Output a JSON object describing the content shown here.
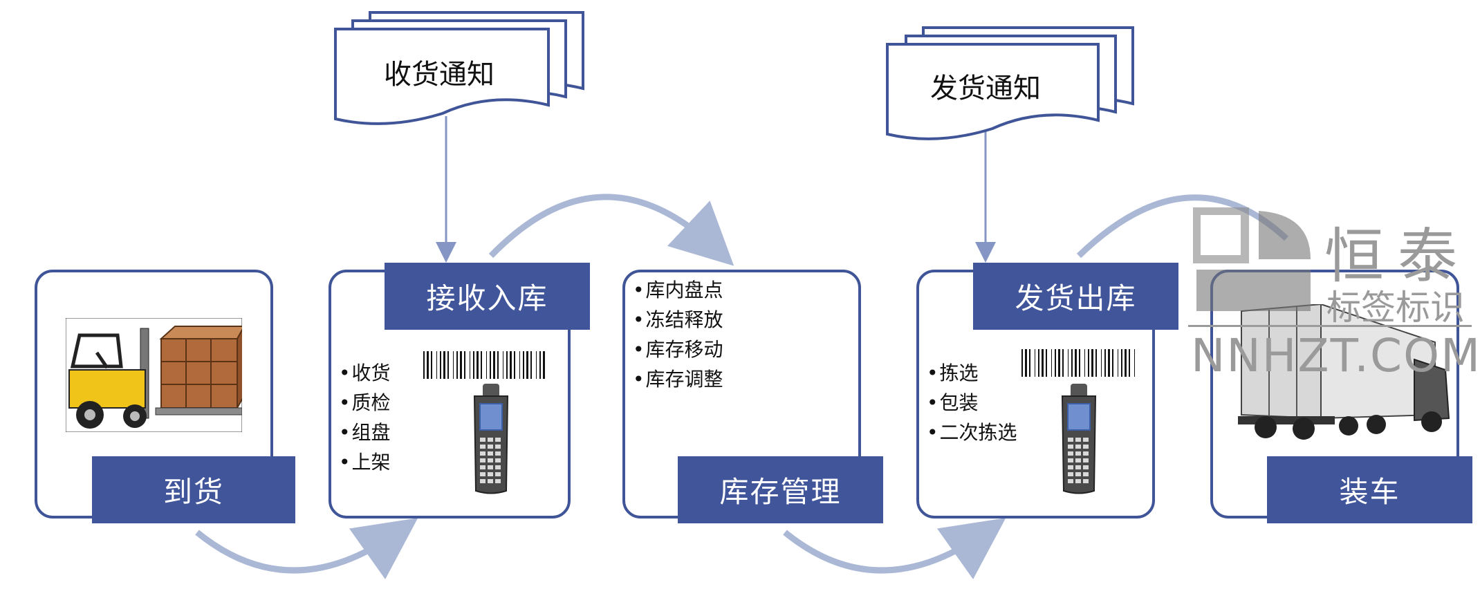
{
  "notices": {
    "receive": "收货通知",
    "ship": "发货通知"
  },
  "stages": {
    "arrival": "到货",
    "receiving": "接收入库",
    "inventory": "库存管理",
    "shipping": "发货出库",
    "loading": "装车"
  },
  "receiving_tasks": [
    "收货",
    "质检",
    "组盘",
    "上架"
  ],
  "inventory_tasks": [
    "库内盘点",
    "冻结释放",
    "库存移动",
    "库存调整"
  ],
  "shipping_tasks": [
    "拣选",
    "包装",
    "二次拣选"
  ],
  "watermark": {
    "brand": "恒泰",
    "tagline": "标签标识",
    "site": "NNHZT.COM"
  },
  "colors": {
    "box_fill": "#41559a",
    "frame": "#3f5597",
    "arrow": "#aab8d6",
    "connector": "#8696c4"
  }
}
